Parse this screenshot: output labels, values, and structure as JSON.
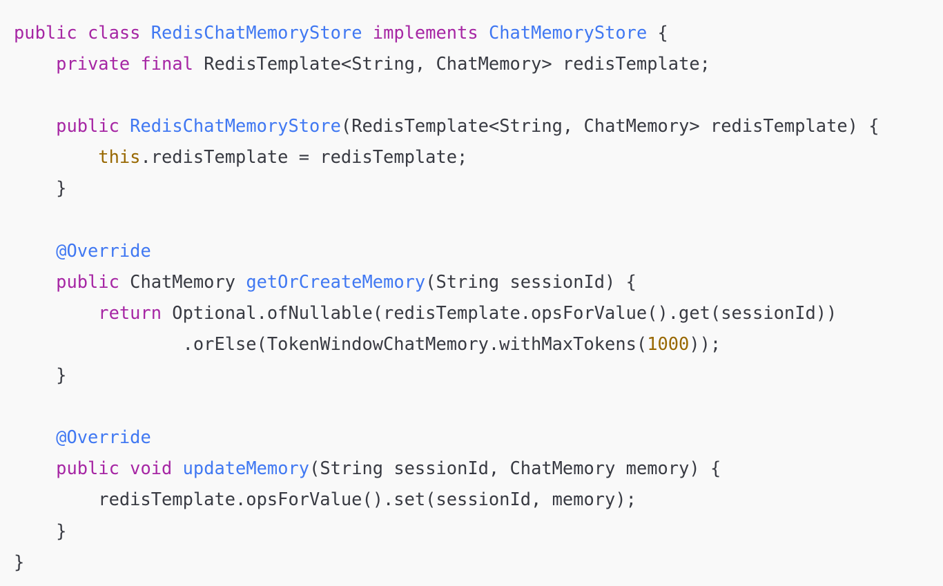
{
  "code": {
    "language": "java",
    "lines": [
      [
        {
          "t": "public",
          "k": "kw"
        },
        {
          "t": " ",
          "k": "plain"
        },
        {
          "t": "class",
          "k": "kw"
        },
        {
          "t": " ",
          "k": "plain"
        },
        {
          "t": "RedisChatMemoryStore",
          "k": "fn"
        },
        {
          "t": " ",
          "k": "plain"
        },
        {
          "t": "implements",
          "k": "kw"
        },
        {
          "t": " ",
          "k": "plain"
        },
        {
          "t": "ChatMemoryStore",
          "k": "fn"
        },
        {
          "t": " {",
          "k": "plain"
        }
      ],
      [
        {
          "t": "    ",
          "k": "plain"
        },
        {
          "t": "private",
          "k": "kw"
        },
        {
          "t": " ",
          "k": "plain"
        },
        {
          "t": "final",
          "k": "kw"
        },
        {
          "t": " RedisTemplate<String, ChatMemory> redisTemplate;",
          "k": "plain"
        }
      ],
      [],
      [
        {
          "t": "    ",
          "k": "plain"
        },
        {
          "t": "public",
          "k": "kw"
        },
        {
          "t": " ",
          "k": "plain"
        },
        {
          "t": "RedisChatMemoryStore",
          "k": "fn"
        },
        {
          "t": "(RedisTemplate<String, ChatMemory> redisTemplate) {",
          "k": "plain"
        }
      ],
      [
        {
          "t": "        ",
          "k": "plain"
        },
        {
          "t": "this",
          "k": "lit"
        },
        {
          "t": ".redisTemplate = redisTemplate;",
          "k": "plain"
        }
      ],
      [
        {
          "t": "    }",
          "k": "plain"
        }
      ],
      [],
      [
        {
          "t": "    ",
          "k": "plain"
        },
        {
          "t": "@Override",
          "k": "ann"
        }
      ],
      [
        {
          "t": "    ",
          "k": "plain"
        },
        {
          "t": "public",
          "k": "kw"
        },
        {
          "t": " ChatMemory ",
          "k": "plain"
        },
        {
          "t": "getOrCreateMemory",
          "k": "fn"
        },
        {
          "t": "(String sessionId) {",
          "k": "plain"
        }
      ],
      [
        {
          "t": "        ",
          "k": "plain"
        },
        {
          "t": "return",
          "k": "kw"
        },
        {
          "t": " Optional.ofNullable(redisTemplate.opsForValue().get(sessionId))",
          "k": "plain"
        }
      ],
      [
        {
          "t": "                .orElse(TokenWindowChatMemory.withMaxTokens(",
          "k": "plain"
        },
        {
          "t": "1000",
          "k": "lit"
        },
        {
          "t": "));",
          "k": "plain"
        }
      ],
      [
        {
          "t": "    }",
          "k": "plain"
        }
      ],
      [],
      [
        {
          "t": "    ",
          "k": "plain"
        },
        {
          "t": "@Override",
          "k": "ann"
        }
      ],
      [
        {
          "t": "    ",
          "k": "plain"
        },
        {
          "t": "public",
          "k": "kw"
        },
        {
          "t": " ",
          "k": "plain"
        },
        {
          "t": "void",
          "k": "kw"
        },
        {
          "t": " ",
          "k": "plain"
        },
        {
          "t": "updateMemory",
          "k": "fn"
        },
        {
          "t": "(String sessionId, ChatMemory memory) {",
          "k": "plain"
        }
      ],
      [
        {
          "t": "        redisTemplate.opsForValue().set(sessionId, memory);",
          "k": "plain"
        }
      ],
      [
        {
          "t": "    }",
          "k": "plain"
        }
      ],
      [
        {
          "t": "}",
          "k": "plain"
        }
      ]
    ]
  }
}
